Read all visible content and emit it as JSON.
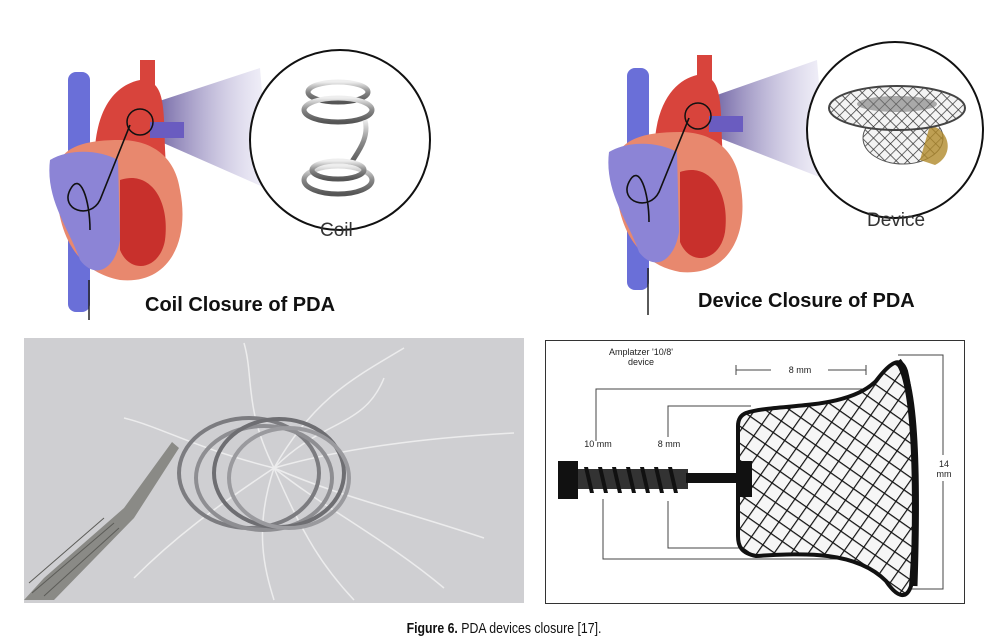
{
  "figure": {
    "caption_label": "Figure 6.",
    "caption_text": " PDA devices closure [17]."
  },
  "panels": {
    "coil_closure": {
      "title": "Coil Closure of PDA",
      "inset_label": "Coil"
    },
    "device_closure": {
      "title": "Device Closure of PDA",
      "inset_label": "Device"
    },
    "amplatzer": {
      "device_name_line1": "Amplatzer '10/8'",
      "device_name_line2": "device",
      "dim_length": "8 mm",
      "dim_aortic": "10 mm",
      "dim_pulmonary": "8 mm",
      "dim_flange_line1": "14",
      "dim_flange_line2": "mm"
    }
  },
  "colors": {
    "vein_blue": "#6a6fd8",
    "heart_red": "#d8443c",
    "muscle_salmon": "#e8886e",
    "chamber_purple": "#8c84d6",
    "zoom_cone": "#5a4a9a",
    "photo_bg": "#cfcfd2"
  }
}
